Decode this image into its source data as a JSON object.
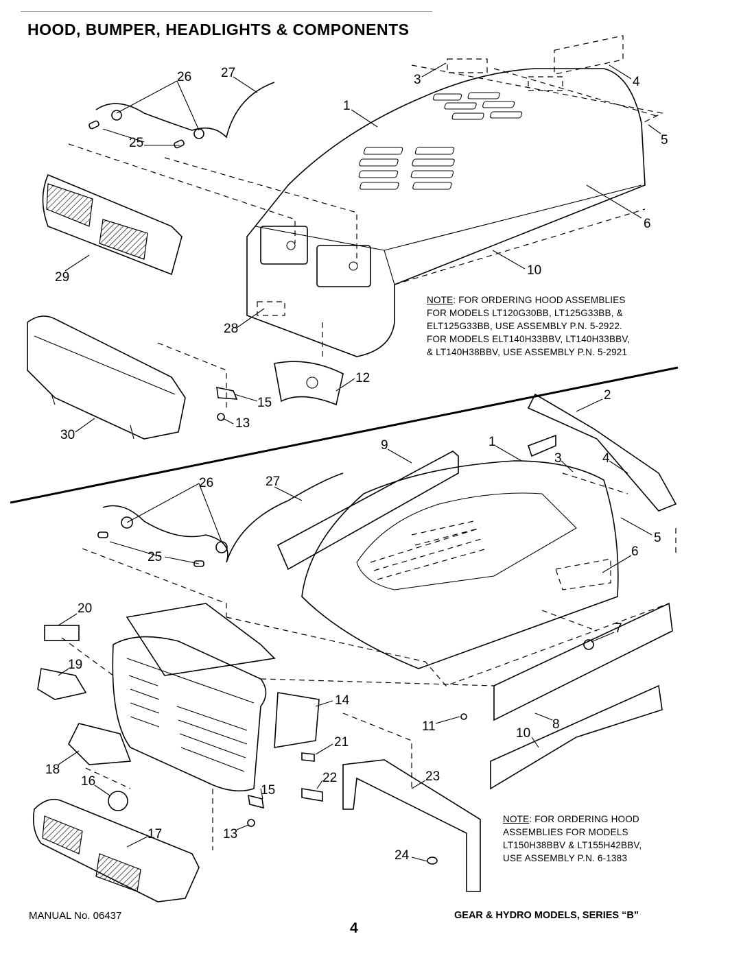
{
  "page": {
    "title": "HOOD, BUMPER, HEADLIGHTS & COMPONENTS",
    "page_number": "4"
  },
  "footer": {
    "manual": "MANUAL No. 06437",
    "models": "GEAR & HYDRO MODELS, SERIES “B”"
  },
  "notes": {
    "upper": {
      "label": "NOTE",
      "lines": [
        ": FOR ORDERING HOOD ASSEMBLIES",
        "FOR MODELS LT120G30BB, LT125G33BB, &",
        "ELT125G33BB, USE ASSEMBLY P.N. 5-2922.",
        "FOR MODELS ELT140H33BBV, LT140H33BBV,",
        "& LT140H38BBV, USE ASSEMBLY P.N. 5-2921"
      ]
    },
    "lower": {
      "label": "NOTE",
      "lines": [
        ":  FOR ORDERING HOOD",
        "ASSEMBLIES FOR MODELS",
        "LT150H38BBV & LT155H42BBV,",
        "USE ASSEMBLY P.N. 6-1383"
      ]
    }
  },
  "callouts": {
    "upper": [
      "26",
      "27",
      "3",
      "4",
      "1",
      "5",
      "25",
      "6",
      "29",
      "10",
      "28",
      "12",
      "15",
      "30",
      "13"
    ],
    "lower": [
      "2",
      "9",
      "1",
      "3",
      "4",
      "26",
      "27",
      "5",
      "25",
      "6",
      "20",
      "7",
      "19",
      "14",
      "11",
      "8",
      "10",
      "21",
      "18",
      "22",
      "23",
      "16",
      "15",
      "17",
      "13",
      "24"
    ]
  }
}
